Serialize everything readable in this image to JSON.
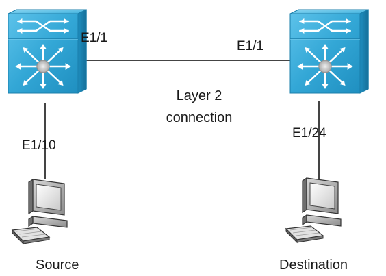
{
  "switches": {
    "left": {
      "uplink_port": "E1/1",
      "host_port": "E1/10"
    },
    "right": {
      "uplink_port": "E1/1",
      "host_port": "E1/24"
    }
  },
  "link": {
    "label_line1": "Layer 2",
    "label_line2": "connection"
  },
  "hosts": {
    "source": {
      "label": "Source"
    },
    "destination": {
      "label": "Destination"
    }
  },
  "colors": {
    "switch_body": "#33a7d6",
    "switch_dark": "#1b7fab",
    "switch_light": "#7fd0ef",
    "link_line": "#444444",
    "computer_gray": "#8a8a8a"
  },
  "icons": {
    "switch": "nexus-switch-icon",
    "host": "workstation-icon"
  }
}
